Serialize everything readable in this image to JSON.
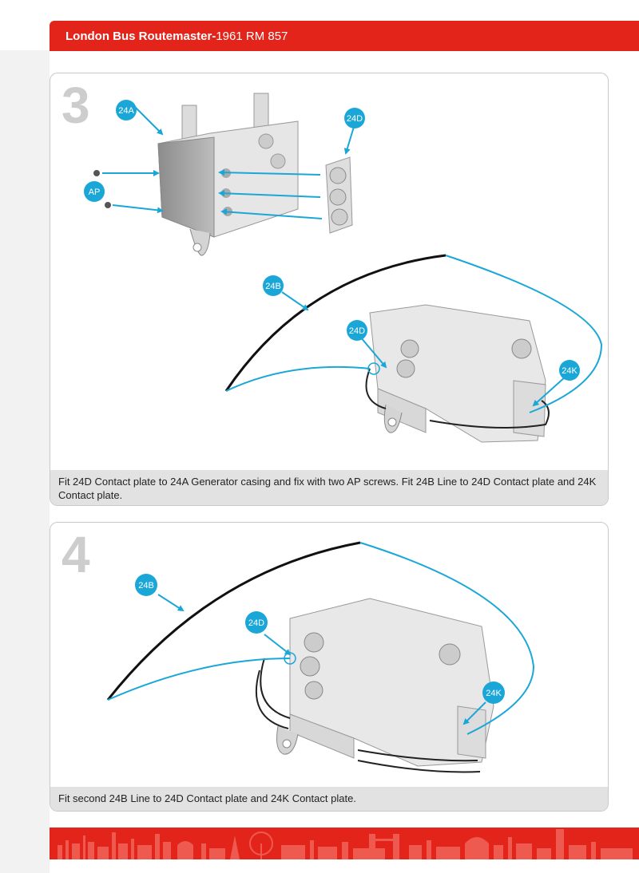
{
  "header": {
    "title_bold": "London Bus Routemaster-",
    "title_rest": "1961 RM 857"
  },
  "steps": [
    {
      "number": "3",
      "labels": {
        "casing": "24A",
        "plate": "24D",
        "screws": "AP",
        "line": "24B",
        "plate_fitted": "24D",
        "contact_k": "24K"
      },
      "caption": "Fit 24D Contact plate to 24A Generator casing and fix with two AP screws. Fit 24B Line to 24D Contact plate and 24K Contact plate."
    },
    {
      "number": "4",
      "labels": {
        "line": "24B",
        "plate": "24D",
        "contact_k": "24K"
      },
      "caption": "Fit second 24B Line to 24D Contact plate and 24K Contact plate."
    }
  ],
  "colors": {
    "brand_red": "#e3241b",
    "callout_blue": "#1aa7d8",
    "caption_grey": "#e2e2e2",
    "step_number_grey": "#cdcdcd"
  }
}
